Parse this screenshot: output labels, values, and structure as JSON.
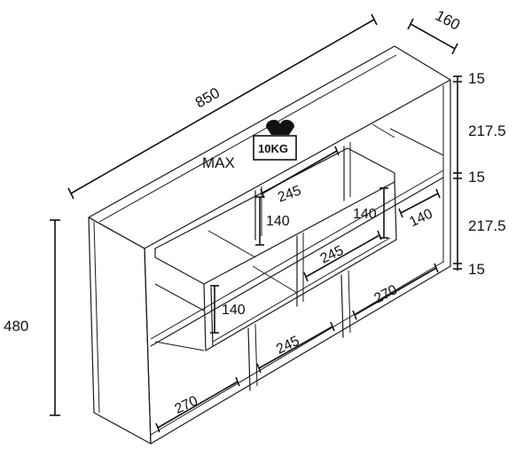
{
  "dimensions": {
    "width": "850",
    "depth": "160",
    "height": "480",
    "top_board": "15",
    "middle_board": "15",
    "bottom_board": "15",
    "upper_tier": "217.5",
    "lower_tier": "217.5"
  },
  "compartments": {
    "upper_left": "245",
    "upper_left_height": "140",
    "center_height": "140",
    "center_width": "245",
    "right_height": "140",
    "left_small_height": "140",
    "middle_right_width": "270",
    "bottom_center_width": "245",
    "bottom_left_width": "270"
  },
  "load": {
    "prefix": "MAX",
    "weight": "10KG"
  },
  "colors": {
    "line": "#1a1a1a",
    "background": "#ffffff"
  }
}
